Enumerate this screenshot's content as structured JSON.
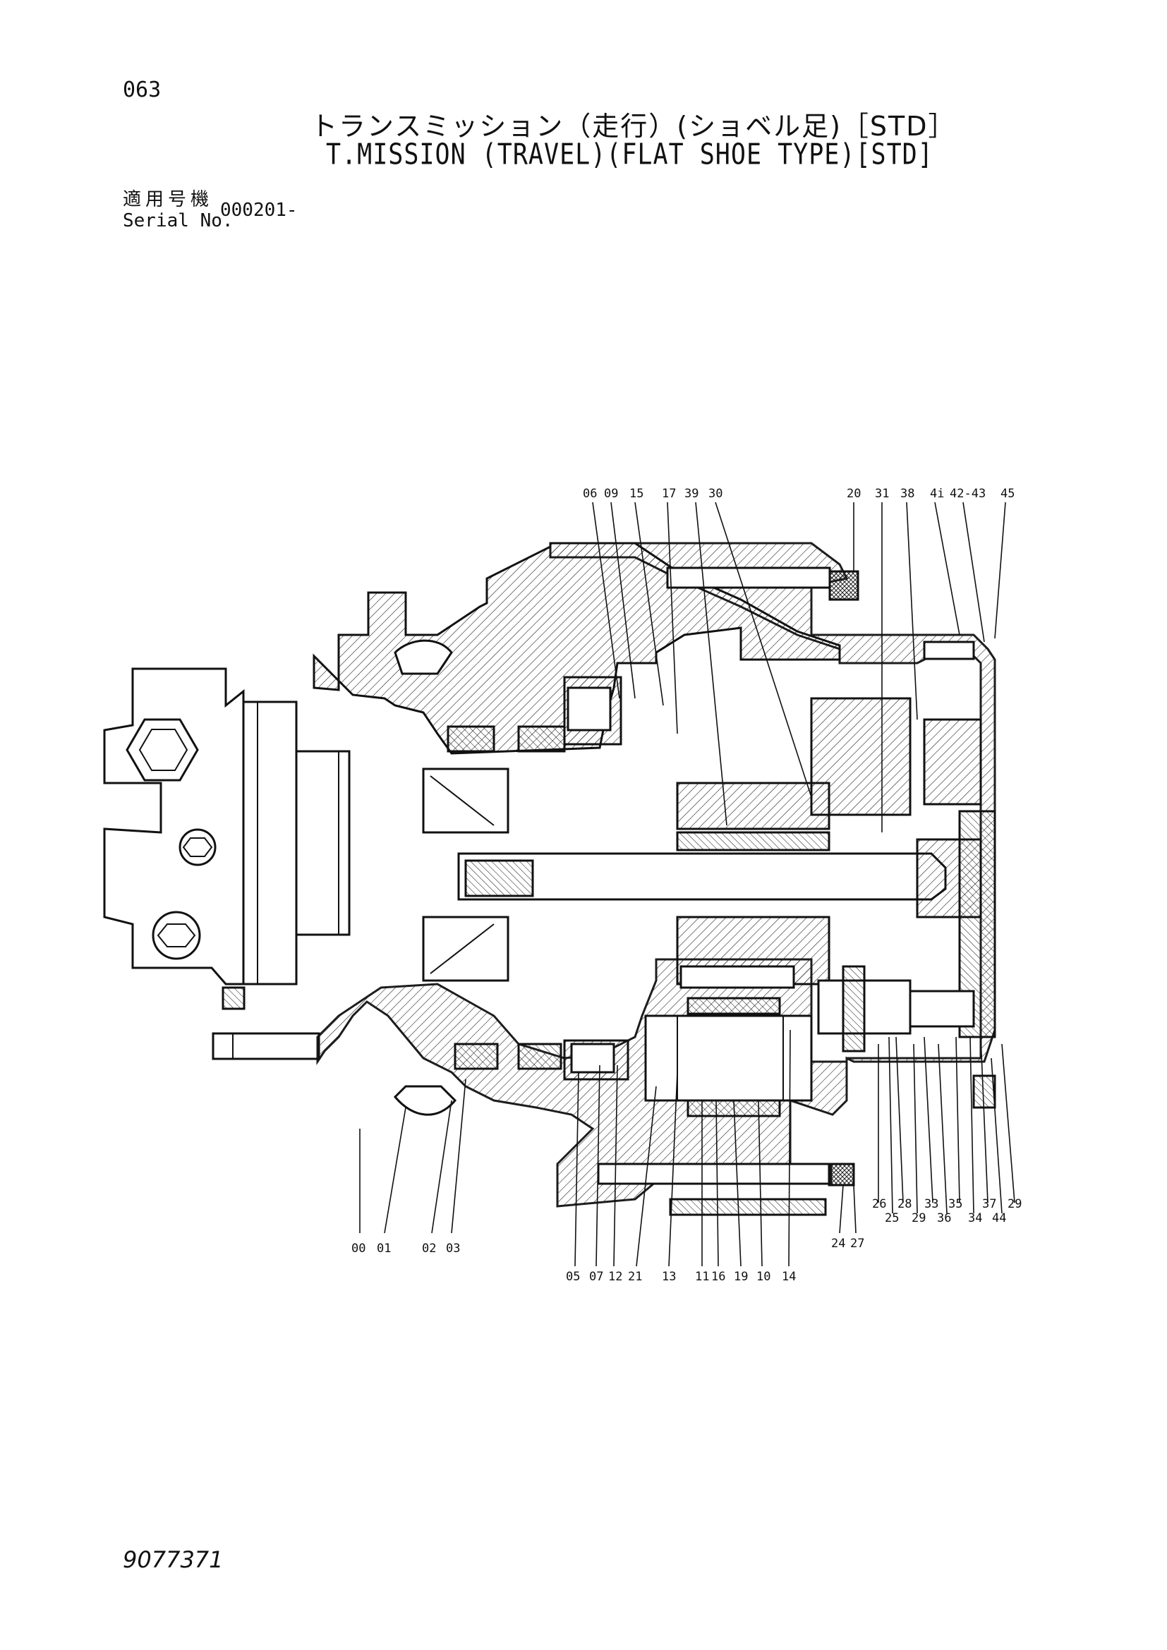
{
  "page_number": "063",
  "title_jp": "トランスミッション（走行）(ショベル足)［STD］",
  "title_en": "T.MISSION (TRAVEL)(FLAT SHOE TYPE)[STD]",
  "serial": {
    "label_jp": "適用号機",
    "label_en": "Serial No.",
    "value": "000201-"
  },
  "document_number": "9077371",
  "part_labels": {
    "top": [
      "06",
      "09",
      "15",
      "17",
      "39",
      "30",
      "20",
      "31",
      "38",
      "4i",
      "42-43",
      "45"
    ],
    "bottom": [
      "00",
      "01",
      "02",
      "03",
      "05",
      "07",
      "12",
      "21",
      "13",
      "11",
      "16",
      "19",
      "10",
      "14",
      "24",
      "27"
    ],
    "right": [
      "26",
      "28",
      "33",
      "35",
      "37",
      "29",
      "25",
      "29",
      "36",
      "34",
      "44"
    ]
  },
  "colors": {
    "ink": "#111111",
    "paper": "#ffffff"
  }
}
